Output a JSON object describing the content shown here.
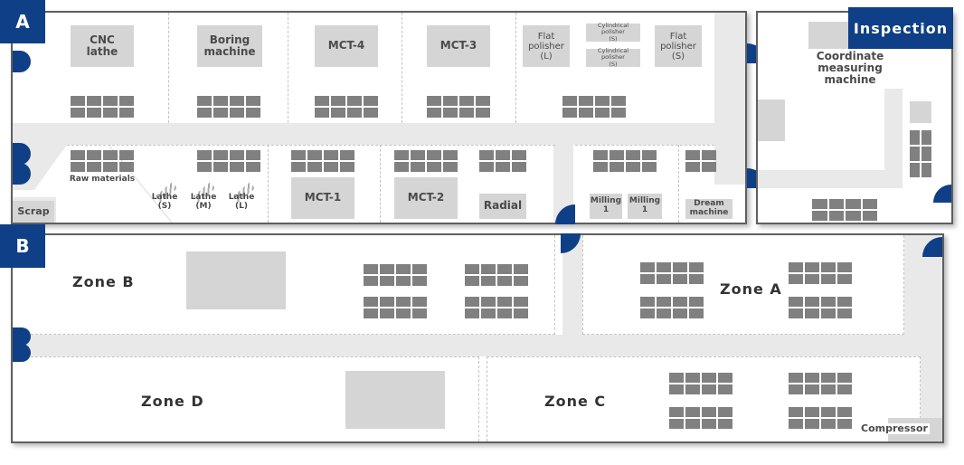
{
  "colors": {
    "accent": "#0f3f86",
    "rack": "#808080",
    "machine": "#d5d5d5",
    "aisle": "#e9e9e9",
    "wall": "#5f5f5f"
  },
  "area_a": {
    "tag": "A",
    "top": {
      "cnc_lathe": "CNC\nlathe",
      "boring_machine": "Boring\nmachine",
      "mct4": "MCT-4",
      "mct3": "MCT-3",
      "flat_polisher_l": "Flat\npolisher\n(L)",
      "cyl_polisher_1": "Cylindrical\npolisher\n(S)",
      "cyl_polisher_2": "Cylindrical\npolisher\n(S)",
      "flat_polisher_s": "Flat\npolisher\n(S)"
    },
    "bottom": {
      "raw_materials": "Raw materials",
      "lathe_s": "Lathe\n(S)",
      "lathe_m": "Lathe\n(M)",
      "lathe_l": "Lathe\n(L)",
      "mct1": "MCT-1",
      "mct2": "MCT-2",
      "radial": "Radial",
      "milling_1": "Milling\n1",
      "milling_2": "Milling\n1",
      "dream_machine": "Dream\nmachine",
      "scrap": "Scrap"
    }
  },
  "inspection": {
    "tag": "Inspection",
    "cmm": "Coordinate\nmeasuring\nmachine"
  },
  "area_b": {
    "tag": "B",
    "zone_b": "Zone B",
    "zone_a": "Zone A",
    "zone_d": "Zone D",
    "zone_c": "Zone C",
    "compressor": "Compressor"
  }
}
